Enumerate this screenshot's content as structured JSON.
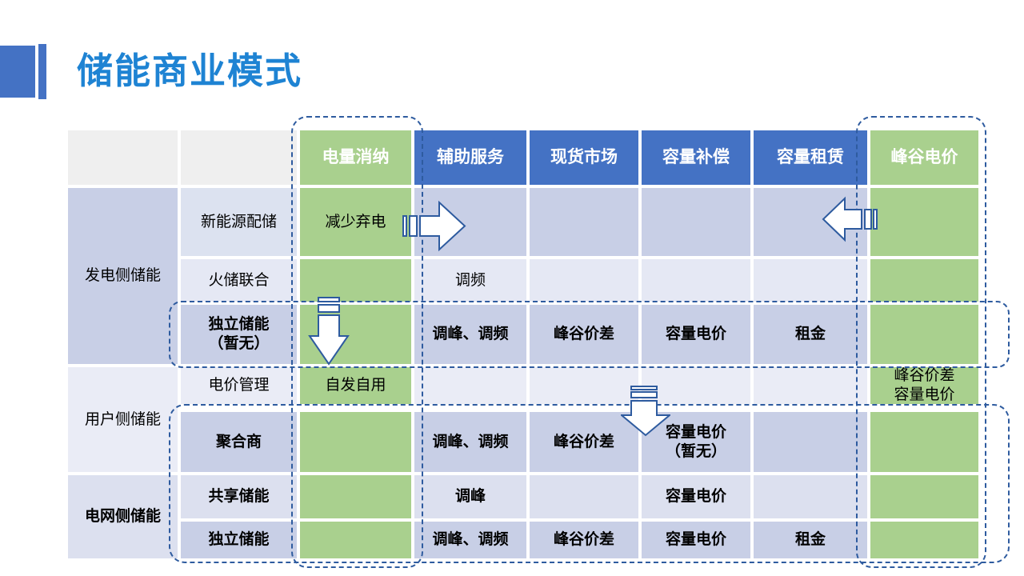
{
  "slide": {
    "title": "储能商业模式"
  },
  "colors": {
    "title_blue": "#1E83D3",
    "accent_blue": "#4472C4",
    "header_blue": "#4472C4",
    "header_green": "#A9D08E",
    "green_column": "#A9D08E",
    "band_dark": "#C8CFE6",
    "band_light": "#E5E8F4",
    "header_gray": "#EFEFEF",
    "dashed_border_blue": "#2E5B9F"
  },
  "table": {
    "column_headers": [
      {
        "label": "电量消纳",
        "style": "green"
      },
      {
        "label": "辅助服务",
        "style": "blue"
      },
      {
        "label": "现货市场",
        "style": "blue"
      },
      {
        "label": "容量补偿",
        "style": "blue"
      },
      {
        "label": "容量租赁",
        "style": "blue"
      },
      {
        "label": "峰谷电价",
        "style": "green"
      }
    ],
    "groups": [
      {
        "label": "发电侧储能"
      },
      {
        "label": "用户侧储能"
      },
      {
        "label": "电网侧储能"
      }
    ],
    "rows": [
      {
        "label": "新能源配储",
        "group": "发电侧储能",
        "cells": {
          "c1": "减少弃电"
        }
      },
      {
        "label": "火储联合",
        "group": "发电侧储能",
        "cells": {
          "c2": "调频"
        }
      },
      {
        "label": "独立储能\n（暂无）",
        "group": "发电侧储能",
        "cells": {
          "c2": "调峰、调频",
          "c3": "峰谷价差",
          "c4": "容量电价",
          "c5": "租金"
        }
      },
      {
        "label": "电价管理",
        "group": "用户侧储能",
        "cells": {
          "c1": "自发自用",
          "c6": "峰谷价差\n容量电价"
        }
      },
      {
        "label": "聚合商",
        "group": "用户侧储能",
        "cells": {
          "c2": "调峰、调频",
          "c3": "峰谷价差",
          "c4": "容量电价\n（暂无）"
        }
      },
      {
        "label": "共享储能",
        "group": "电网侧储能",
        "cells": {
          "c2": "调峰",
          "c4": "容量电价"
        }
      },
      {
        "label": "独立储能",
        "group": "电网侧储能",
        "cells": {
          "c2": "调峰、调频",
          "c3": "峰谷价差",
          "c4": "容量电价",
          "c5": "租金"
        }
      }
    ]
  },
  "annotations": {
    "arrows": [
      {
        "name": "striped-arrow-right",
        "direction": "right"
      },
      {
        "name": "striped-arrow-left",
        "direction": "left"
      },
      {
        "name": "striped-arrow-down-generation",
        "direction": "down"
      },
      {
        "name": "striped-arrow-down-user",
        "direction": "down"
      }
    ],
    "dashed_boxes": [
      {
        "name": "box-column-dianliangxiaona"
      },
      {
        "name": "box-column-fenggudianjia"
      },
      {
        "name": "box-row-duli-chuneng"
      },
      {
        "name": "box-rows-grid-side"
      }
    ]
  }
}
